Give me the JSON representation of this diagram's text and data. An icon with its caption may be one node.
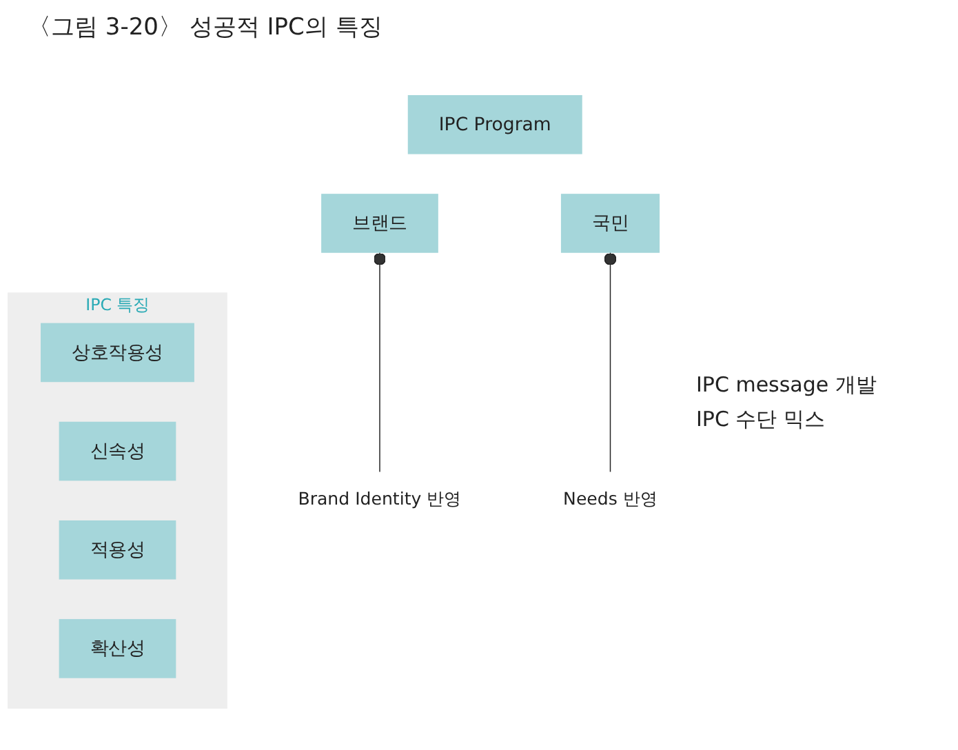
{
  "diagram": {
    "title": "〈그림 3-20〉 성공적 IPC의 특징",
    "nodes": [
      {
        "text": [
          "IPC 특징"
        ]
      },
      {
        "text": [
          "상호작용성"
        ],
        "in": 0
      },
      {
        "text": [
          "신속성"
        ],
        "in": 0
      },
      {
        "text": [
          "적용성"
        ],
        "in": 0
      },
      {
        "text": [
          "확산성"
        ],
        "in": 0
      },
      {
        "text": [
          "IPC Program"
        ],
        "beside": [
          "IPC message 개발",
          "IPC 수단 믹스"
        ]
      },
      {
        "text": [
          "브랜드"
        ]
      },
      {
        "text": [
          "국민"
        ]
      },
      {
        "text": [
          "Brand Identity 반영"
        ]
      },
      {
        "text": [
          "Needs 반영"
        ]
      }
    ],
    "edges": [
      {
        "from": 8,
        "to": 6,
        "arrow": "other"
      },
      {
        "from": 9,
        "to": 7,
        "arrow": "other"
      }
    ]
  }
}
